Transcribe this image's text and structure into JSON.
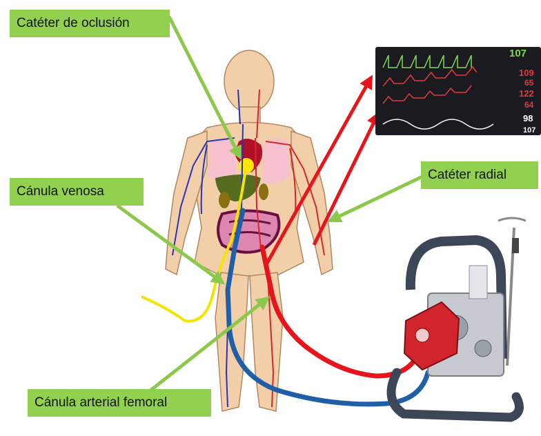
{
  "labels": {
    "occlusion_catheter": "Catéter de oclusión",
    "venous_cannula": "Cánula venosa",
    "radial_catheter": "Catéter radial",
    "femoral_arterial_cannula": "Cánula arterial femoral"
  },
  "monitor": {
    "readouts": [
      "107",
      "109",
      "65",
      "122",
      "64",
      "98",
      "107"
    ]
  },
  "colors": {
    "label_bg": "#92d050",
    "pointer_arrow": "#8cc84b",
    "arterial_red": "#e8141c",
    "venous_blue": "#1f5fa8",
    "yellow_catheter": "#f5e400",
    "skin": "#f2cfa8"
  }
}
